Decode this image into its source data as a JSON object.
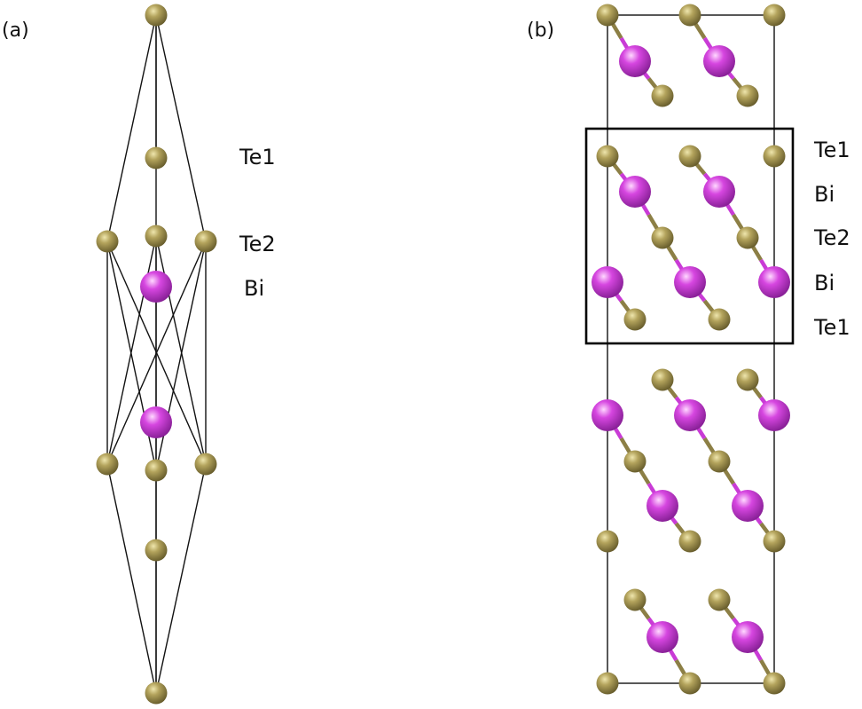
{
  "panel_a": {
    "label": "(a)",
    "atom_labels": {
      "te1": "Te1",
      "te2": "Te2",
      "bi": "Bi"
    }
  },
  "panel_b": {
    "label": "(b)",
    "atom_labels": {
      "te1_top": "Te1",
      "bi_upper": "Bi",
      "te2": "Te2",
      "bi_lower": "Bi",
      "te1_bottom": "Te1"
    }
  },
  "colors": {
    "te_atom": "#8c7f45",
    "bi_atom": "#c93bd6",
    "cell_line": "#111111",
    "highlight_box": "#000000"
  }
}
